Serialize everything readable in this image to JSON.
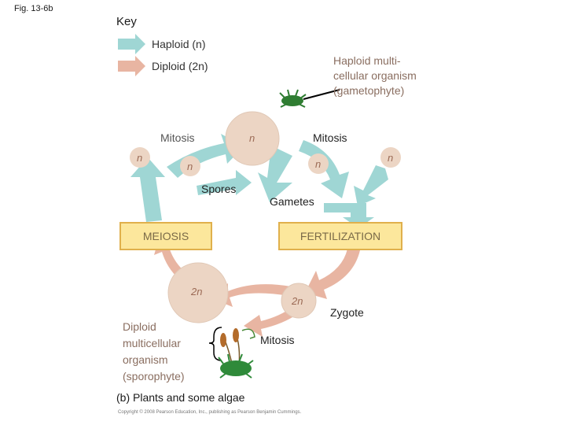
{
  "figure_label": "Fig. 13-6b",
  "key": {
    "title": "Key",
    "haploid": "Haploid (n)",
    "diploid": "Diploid (2n)"
  },
  "colors": {
    "haploid": "#9fd6d4",
    "diploid": "#e8b5a2",
    "cell": "#ecd5c4",
    "box_fill": "#fce79c",
    "box_border": "#e0b04c"
  },
  "labels": {
    "gametophyte": [
      "Haploid multi-",
      "cellular organism",
      "(gametophyte)"
    ],
    "mitosis_left": "Mitosis",
    "mitosis_right": "Mitosis",
    "mitosis_bottom": "Mitosis",
    "spores": "Spores",
    "gametes": "Gametes",
    "meiosis": "MEIOSIS",
    "fertilization": "FERTILIZATION",
    "zygote": "Zygote",
    "sporophyte": [
      "Diploid",
      "multicellular",
      "organism",
      "(sporophyte)"
    ]
  },
  "cells": {
    "large_n": "n",
    "spore_left": "n",
    "spore_mid": "n",
    "gamete_mid": "n",
    "gamete_right": "n",
    "large_2n": "2n",
    "zygote_2n": "2n"
  },
  "caption": "(b) Plants and some algae",
  "copyright": "Copyright © 2008 Pearson Education, Inc., publishing as Pearson Benjamin Cummings."
}
